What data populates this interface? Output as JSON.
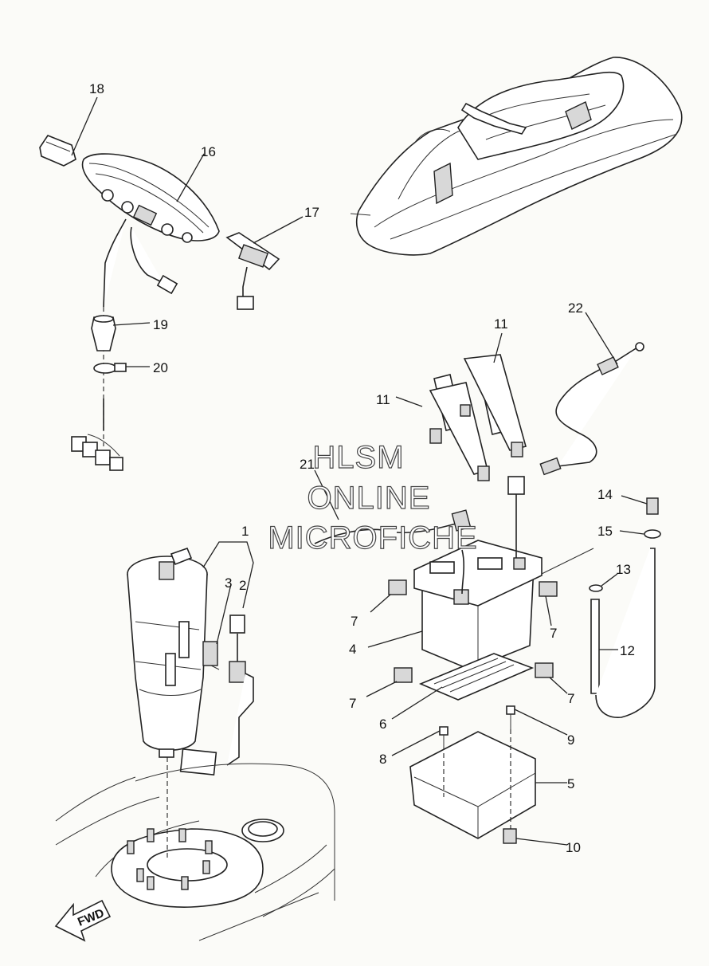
{
  "watermark": {
    "line1": "HLSM",
    "line2": "ONLINE",
    "line3": "MICROFICHE"
  },
  "direction_marker": "FWD",
  "callouts": [
    {
      "id": "c1",
      "text": "1"
    },
    {
      "id": "c2",
      "text": "2"
    },
    {
      "id": "c3",
      "text": "3"
    },
    {
      "id": "c4",
      "text": "4"
    },
    {
      "id": "c5",
      "text": "5"
    },
    {
      "id": "c6",
      "text": "6"
    },
    {
      "id": "c7a",
      "text": "7"
    },
    {
      "id": "c7b",
      "text": "7"
    },
    {
      "id": "c7c",
      "text": "7"
    },
    {
      "id": "c7d",
      "text": "7"
    },
    {
      "id": "c8",
      "text": "8"
    },
    {
      "id": "c9",
      "text": "9"
    },
    {
      "id": "c10",
      "text": "10"
    },
    {
      "id": "c11a",
      "text": "11"
    },
    {
      "id": "c11b",
      "text": "11"
    },
    {
      "id": "c12",
      "text": "12"
    },
    {
      "id": "c13",
      "text": "13"
    },
    {
      "id": "c14",
      "text": "14"
    },
    {
      "id": "c15",
      "text": "15"
    },
    {
      "id": "c16",
      "text": "16"
    },
    {
      "id": "c17",
      "text": "17"
    },
    {
      "id": "c18",
      "text": "18"
    },
    {
      "id": "c19",
      "text": "19"
    },
    {
      "id": "c20",
      "text": "20"
    },
    {
      "id": "c21",
      "text": "21"
    },
    {
      "id": "c22",
      "text": "22"
    }
  ]
}
